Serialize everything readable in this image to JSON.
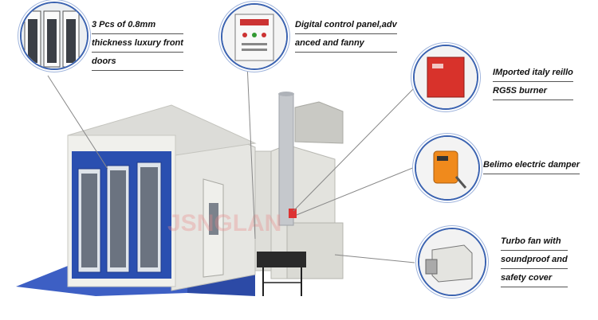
{
  "callouts": {
    "front_doors": {
      "lines": [
        "3 Pcs of 0.8mm",
        "thickness luxury front",
        "doors"
      ]
    },
    "control_panel": {
      "lines": [
        "Digital control panel,adv",
        "anced and fanny"
      ]
    },
    "burner": {
      "lines": [
        "IMported italy reillo",
        "RG5S burner"
      ]
    },
    "damper": {
      "lines": [
        "Belimo electric damper"
      ]
    },
    "fan": {
      "lines": [
        "Turbo fan with",
        "soundproof and",
        "safety cover"
      ]
    }
  },
  "colors": {
    "accent_blue": "#2a4fb0",
    "booth_wall": "#e9e9e6",
    "ring": "#3a62b0"
  }
}
